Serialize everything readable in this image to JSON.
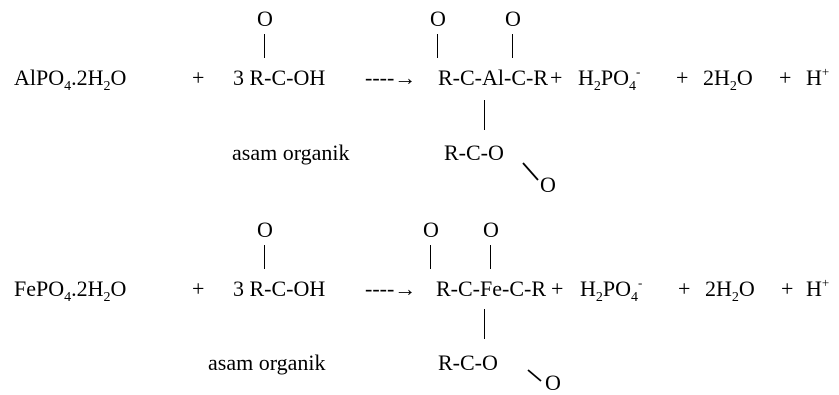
{
  "reactions": [
    {
      "reactant_main": "AlPO",
      "reactant_sub1": "4",
      "reactant_mid": ".2H",
      "reactant_sub2": "2",
      "reactant_end": "O",
      "plus": "+",
      "acid": "3 R-C-OH",
      "acid_label": "asam organik",
      "arrow": "----→",
      "product_top_O1": "O",
      "product_top_O2": "O",
      "acid_top_O": "O",
      "product_chain": "R-C-Al-C-R",
      "branch": "R-C-O",
      "branch_O": "O",
      "phosphate_main": "H",
      "phosphate_sub1": "2",
      "phosphate_mid": "PO",
      "phosphate_sub2": "4",
      "phosphate_sup": "-",
      "water_main": "2H",
      "water_sub": "2",
      "water_end": "O",
      "proton": "H",
      "proton_sup": "+"
    },
    {
      "reactant_main": "FePO",
      "reactant_sub1": "4",
      "reactant_mid": ".2H",
      "reactant_sub2": "2",
      "reactant_end": "O",
      "plus": "+",
      "acid": "3 R-C-OH",
      "acid_label": "asam organik",
      "arrow": "----→",
      "product_top_O1": "O",
      "product_top_O2": "O",
      "acid_top_O": "O",
      "product_chain": "R-C-Fe-C-R",
      "branch": "R-C-O",
      "branch_O": "O",
      "phosphate_main": "H",
      "phosphate_sub1": "2",
      "phosphate_mid": "PO",
      "phosphate_sub2": "4",
      "phosphate_sup": "-",
      "water_main": "2H",
      "water_sub": "2",
      "water_end": "O",
      "proton": "H",
      "proton_sup": "+"
    }
  ]
}
